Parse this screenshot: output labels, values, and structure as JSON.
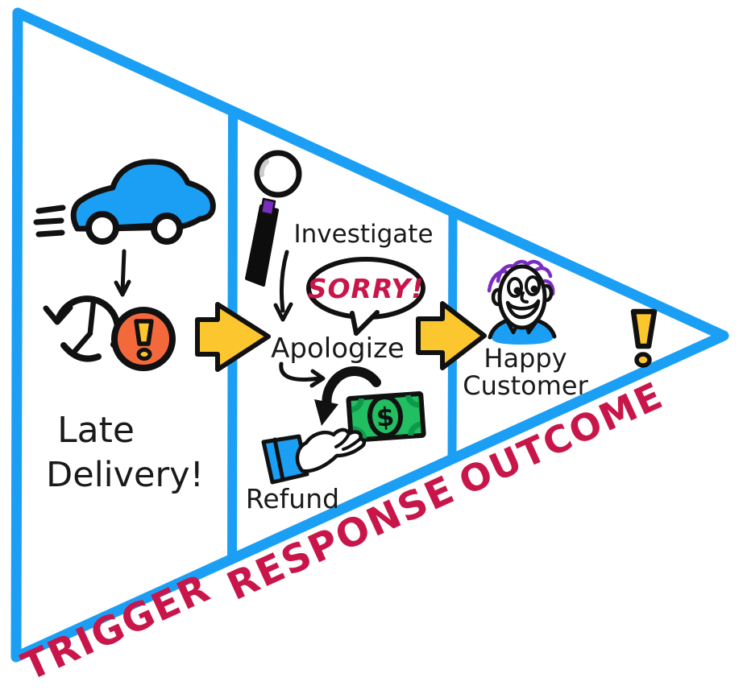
{
  "diagram": {
    "type": "funnel-flow",
    "stage_labels": {
      "trigger": "TRIGGER",
      "response": "RESPONSE",
      "outcome": "OUTCOME"
    },
    "trigger_section": {
      "caption_line1": "Late",
      "caption_line2": "Delivery!",
      "icons": [
        "car-icon",
        "speed-lines-icon",
        "down-arrow-icon",
        "late-clock-icon",
        "alert-icon"
      ]
    },
    "response_section": {
      "step1_label": "Investigate",
      "speech_bubble_text": "SORRY!",
      "step2_label": "Apologize",
      "step3_label": "Refund",
      "currency_symbol": "$",
      "icons": [
        "magnifier-icon",
        "speech-bubble",
        "money-icon",
        "hand-icon"
      ]
    },
    "outcome_section": {
      "caption_line1": "Happy",
      "caption_line2": "Customer",
      "icons": [
        "happy-customer-icon",
        "exclamation-icon"
      ]
    },
    "colors": {
      "frame_blue": "#1B9FF5",
      "arrow_yellow": "#FCC62F",
      "alert_orange": "#F4693C",
      "money_green": "#21BE62",
      "money_dark_green": "#0D9B4B",
      "label_red": "#C8164A",
      "hair_purple": "#7A2EC0",
      "ink_black": "#111111"
    }
  }
}
